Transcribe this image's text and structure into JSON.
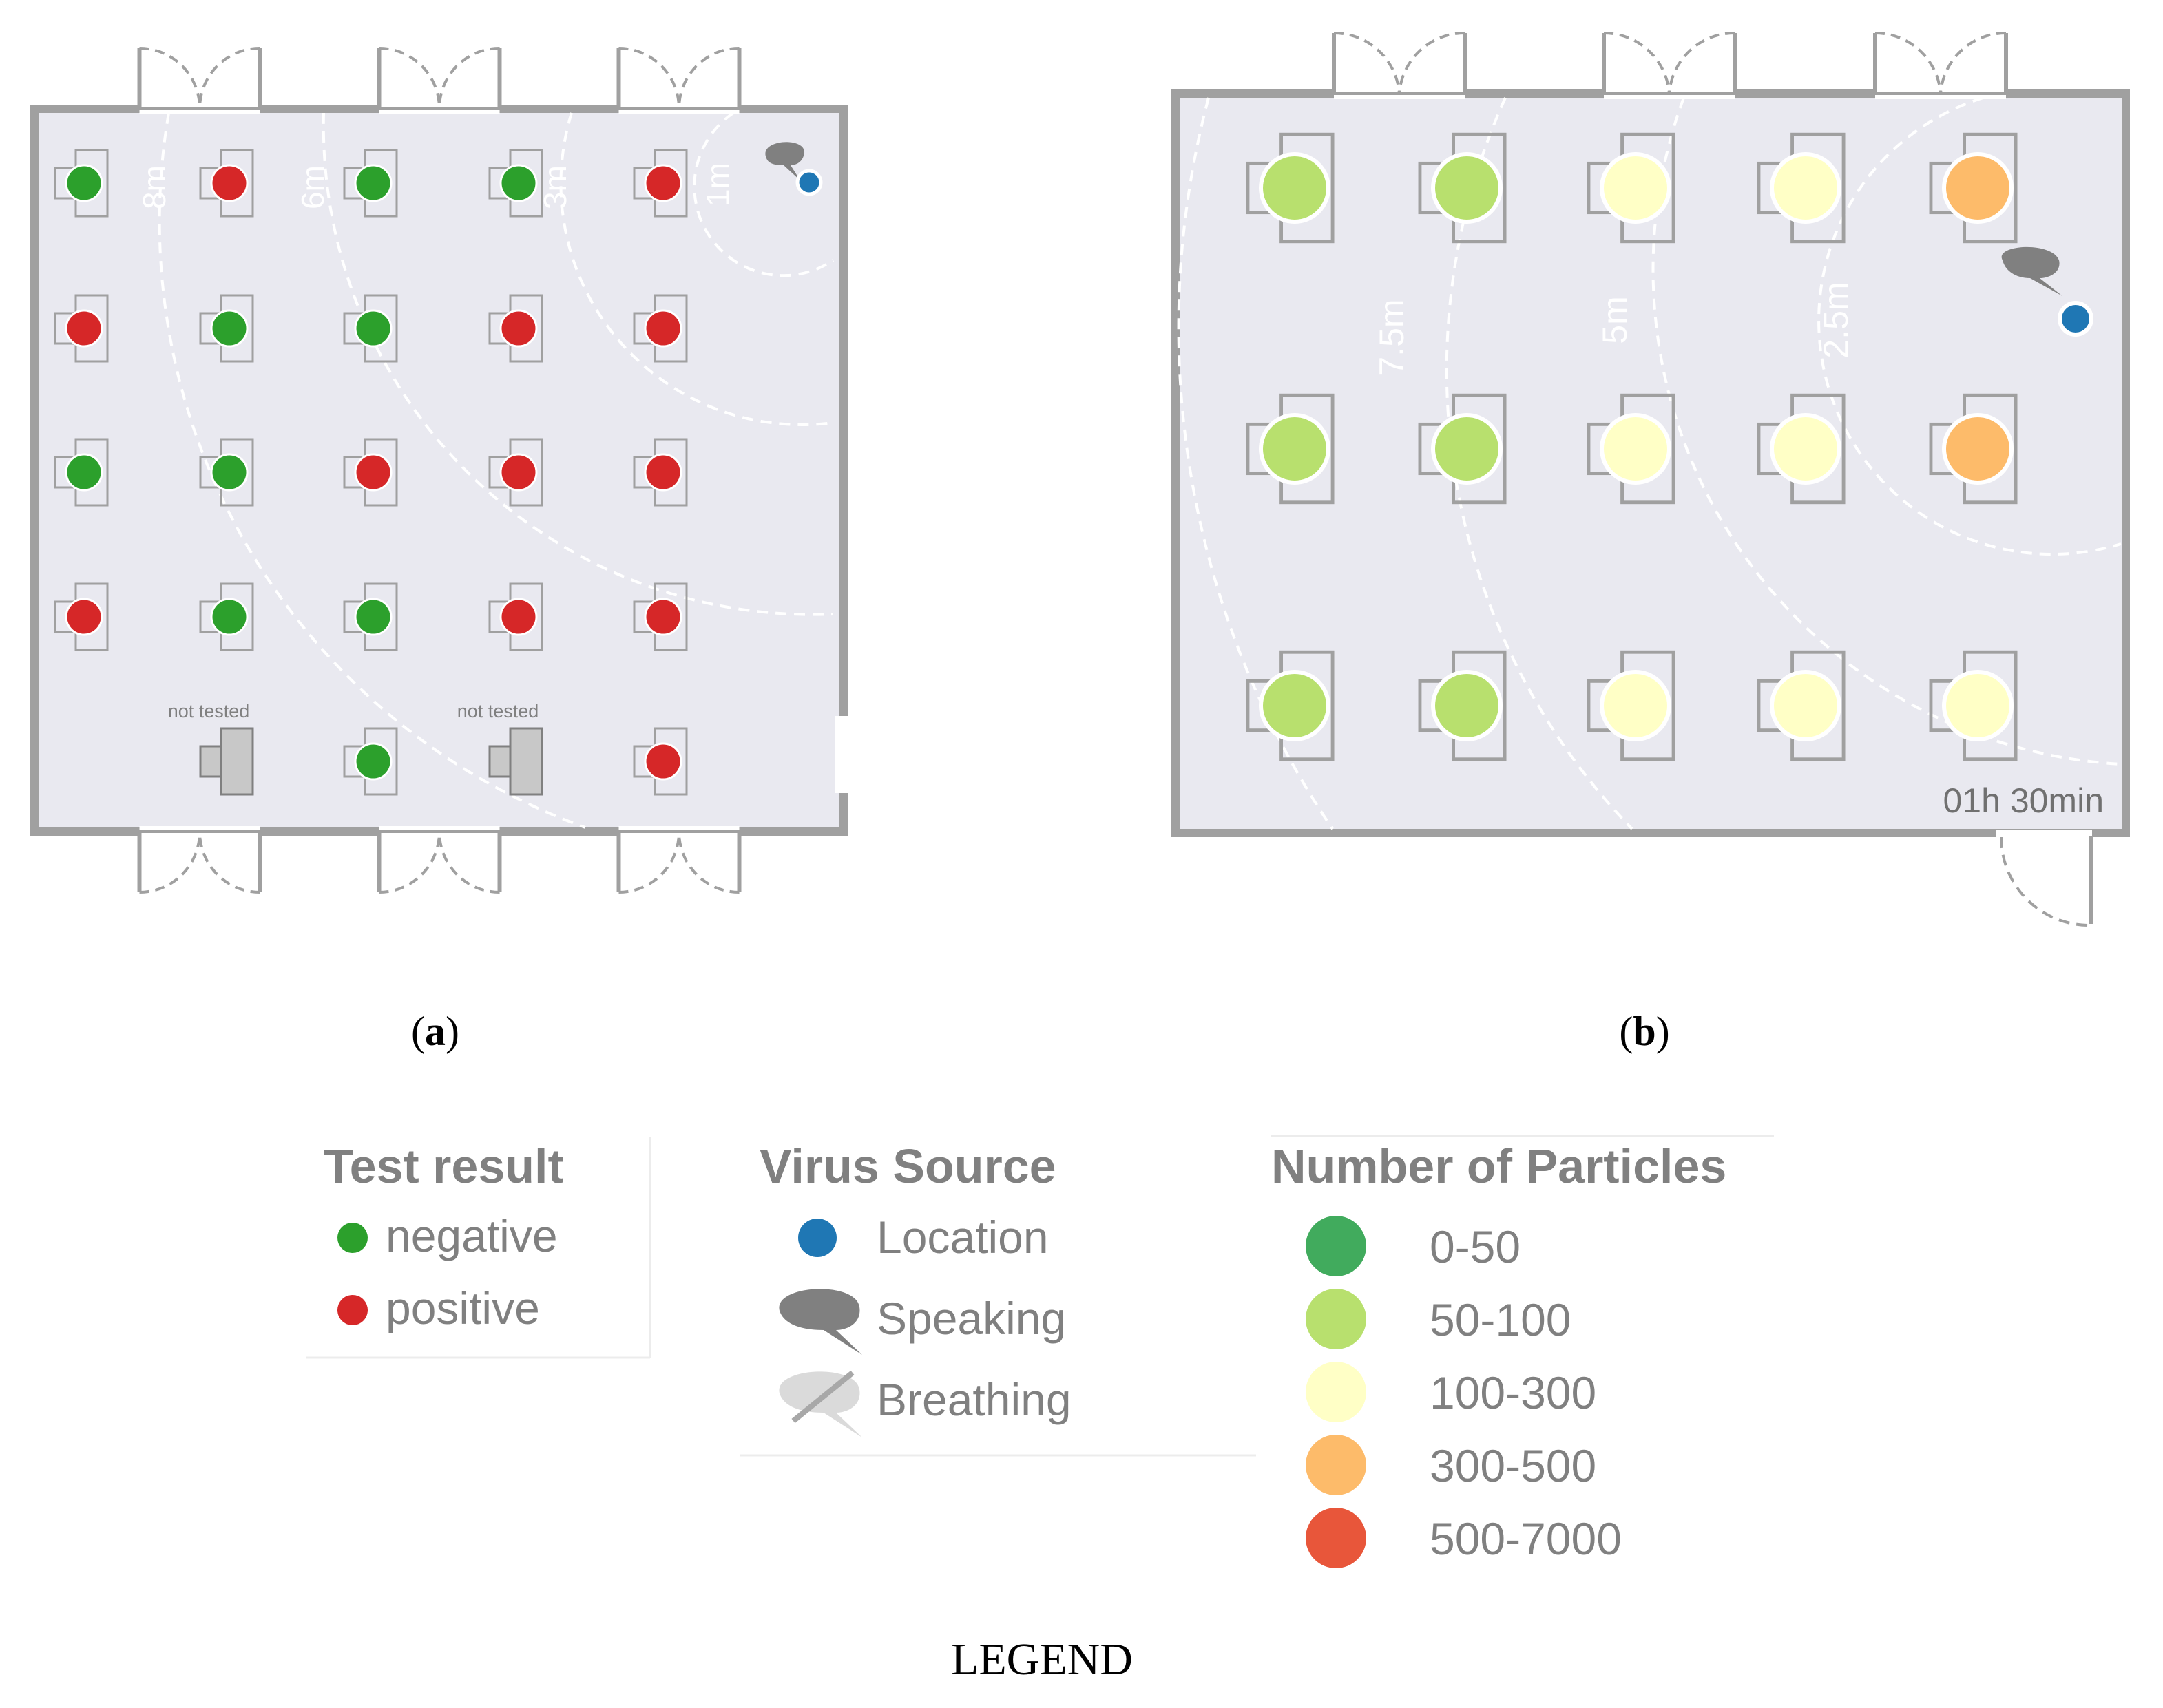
{
  "colors": {
    "negative": "#2ca02c",
    "positive": "#d62728",
    "source": "#1f77b4",
    "speech": "#808080",
    "room_fill": "#e9e9f0",
    "wall": "#a0a0a0",
    "particles_0_50": "#41ab5d",
    "particles_50_100": "#b8e06e",
    "particles_100_300": "#ffffc6",
    "particles_300_500": "#fdbb6a",
    "particles_500_7000": "#e8563a"
  },
  "panel_a": {
    "label_paren_open": "(",
    "label_letter": "a",
    "label_paren_close": ")",
    "distance_labels": [
      "8m",
      "6m",
      "3m",
      "1m"
    ],
    "not_tested_label": "not tested",
    "seats": [
      [
        "negative",
        "positive",
        "negative",
        "negative",
        "positive"
      ],
      [
        "positive",
        "negative",
        "negative",
        "positive",
        "positive"
      ],
      [
        "negative",
        "negative",
        "positive",
        "positive",
        "positive"
      ],
      [
        "positive",
        "negative",
        "negative",
        "positive",
        "positive"
      ],
      [
        "empty",
        "not_tested",
        "negative",
        "not_tested",
        "positive"
      ]
    ]
  },
  "panel_b": {
    "label_paren_open": "(",
    "label_letter": "b",
    "label_paren_close": ")",
    "distance_labels": [
      "7.5m",
      "5m",
      "2.5m"
    ],
    "time": "01h 30min",
    "seats": [
      [
        "50-100",
        "50-100",
        "100-300",
        "100-300",
        "300-500"
      ],
      [
        "50-100",
        "50-100",
        "100-300",
        "100-300",
        "300-500"
      ],
      [
        "50-100",
        "50-100",
        "100-300",
        "100-300",
        "100-300"
      ]
    ]
  },
  "legend": {
    "test_result": {
      "title": "Test result",
      "negative": "negative",
      "positive": "positive"
    },
    "virus_source": {
      "title": "Virus Source",
      "location": "Location",
      "speaking": "Speaking",
      "breathing": "Breathing"
    },
    "particles": {
      "title": "Number of Particles",
      "ranges": [
        "0-50",
        "50-100",
        "100-300",
        "300-500",
        "500-7000"
      ]
    },
    "caption": "LEGEND"
  }
}
